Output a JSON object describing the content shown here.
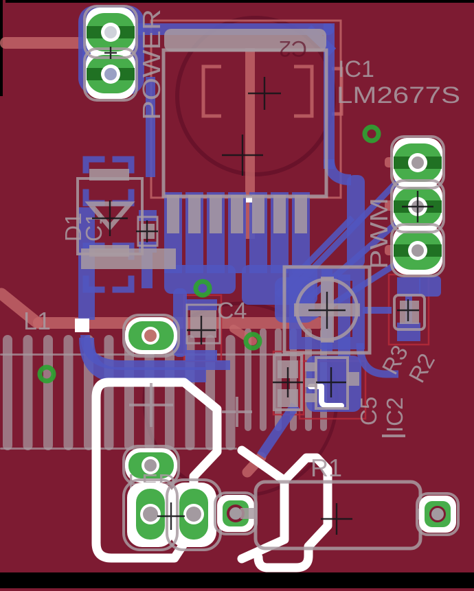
{
  "palette": {
    "board": "#7d1b32",
    "board-edge": "#000000",
    "copper-top": "#c4686a",
    "copper-bottom": "#5156c0",
    "silkscreen": "#a89aa1",
    "silk-white": "#ffffff",
    "pad-green": "#2ea232",
    "pad-green-dark": "#1d6b20",
    "drill-gray": "#a39aa0",
    "drill-blue": "#9aa0c4",
    "drill-red": "#c0736e",
    "docu-dark": "#5c0d24",
    "crosshair": "#16161a",
    "keepout-red": "#b52a3a"
  },
  "labels": {
    "power_header": "POWER",
    "pwm_header": "PWM",
    "led": "LED",
    "l1": "L1",
    "d1": "D1",
    "c1": "C1",
    "c2": "C2",
    "c4": "C4",
    "c5": "C5",
    "ic1_ref": "IC1",
    "ic1_value": "LM2677S",
    "ic2": "IC2",
    "r1": "R1",
    "r2": "R2",
    "r3": "R3"
  }
}
